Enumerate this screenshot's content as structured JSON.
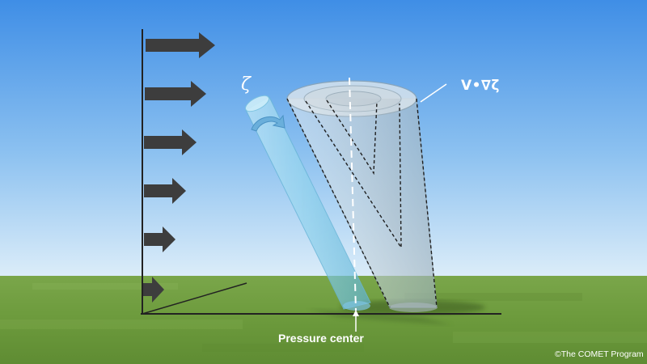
{
  "labels": {
    "vorticity": "ζ",
    "advection": "V•∇ζ",
    "pressure_center": "Pressure center",
    "credit": "©The COMET Program"
  },
  "wind_profile": {
    "arrow_count": 6,
    "direction": "east",
    "arrow_color": "#3d3d3d",
    "arrow_lengths_relative": [
      1.0,
      0.85,
      0.72,
      0.58,
      0.45,
      0.32
    ]
  },
  "colors": {
    "sky_top": "#3f8ee6",
    "sky_bottom": "#d8ecfa",
    "ground": "#6f9a3f",
    "tube": "#8fd2ec",
    "cone": "#c8d6de",
    "axis": "#222222",
    "label": "#ffffff"
  }
}
